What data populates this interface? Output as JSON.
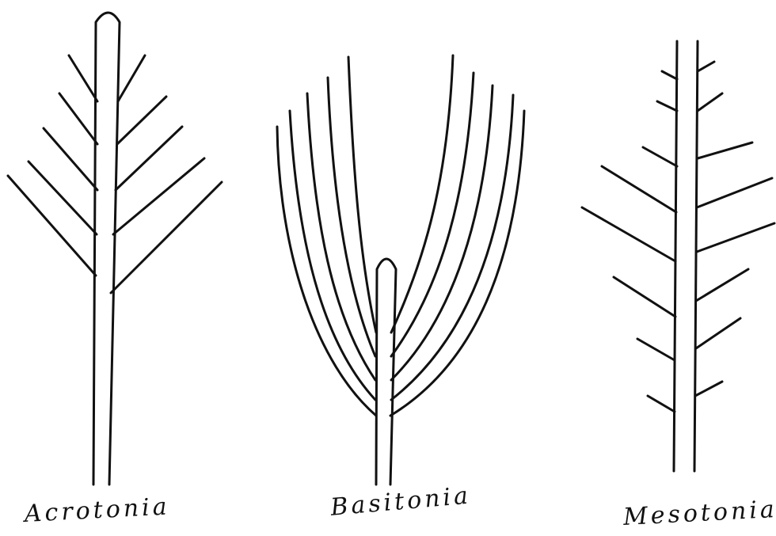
{
  "diagram": {
    "captions": {
      "acrotonia": "Acrotonia",
      "basitonia": "Basitonia",
      "mesotonia": "Mesotonia"
    }
  }
}
